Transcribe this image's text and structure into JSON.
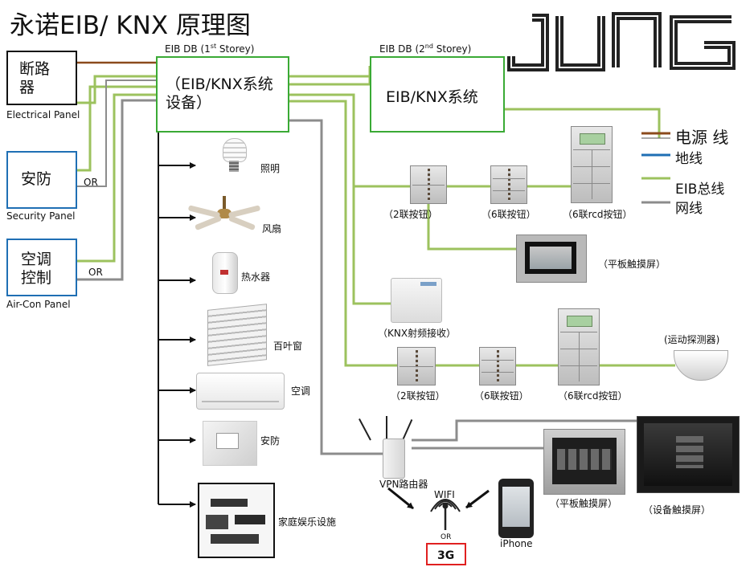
{
  "title": "永诺EIB/ KNX 原理图",
  "brand": {
    "logo_text": "JUNG"
  },
  "panels": {
    "breaker": {
      "label": "断路器",
      "caption": "Electrical Panel",
      "border": "#111111"
    },
    "security": {
      "label": "安防",
      "caption": "Security Panel",
      "or": "OR",
      "border": "#1f6fb4"
    },
    "aircon": {
      "label": "空调控制",
      "caption": "Air-Con Panel",
      "or": "OR",
      "border": "#1f6fb4"
    }
  },
  "db1": {
    "header": "EIB DB (1",
    "sup": "st",
    "header_tail": " Storey)",
    "label": "（EIB/KNX系统设备）",
    "border": "#3aaa35"
  },
  "db2": {
    "header": "EIB DB (2",
    "sup": "nd",
    "header_tail": " Storey)",
    "label": "EIB/KNX系统",
    "border": "#3aaa35"
  },
  "legend": [
    {
      "name": "电源 线",
      "color": "#8b4a1c"
    },
    {
      "name": "地线",
      "color": "#1f6fb4"
    },
    {
      "name": "EIB总线",
      "color": "#9cc25e"
    },
    {
      "name": "网线",
      "color": "#8c8c8c"
    }
  ],
  "appliances": [
    "照明",
    "风扇",
    "热水器",
    "百叶窗",
    "空调",
    "安防",
    "家庭娱乐设施"
  ],
  "upper_row": {
    "btn1": "（2联按钮）",
    "btn2": "（6联按钮）",
    "btn3": "（6联rcd按钮）",
    "panel": "（平板触摸屏）"
  },
  "knx_rf": "（KNX射频接收）",
  "lower_row": {
    "btn1": "（2联按钮）",
    "btn2": "（6联按钮）",
    "btn3": "（6联rcd按钮）",
    "motion": "(运动探测器)"
  },
  "network": {
    "router": "VPN路由器",
    "wifi": "WIFI",
    "or": "OR",
    "g3": "3G",
    "iphone": "iPhone",
    "panel": "（平板触摸屏）",
    "device_panel": "（设备触摸屏）",
    "g3_border": "#e02020"
  }
}
